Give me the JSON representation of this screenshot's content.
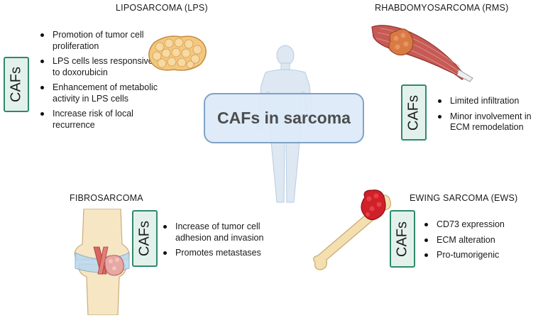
{
  "center": {
    "title": "CAFs in sarcoma"
  },
  "cafs_label": "CAFs",
  "sections": {
    "lps": {
      "title": "LIPOSARCOMA (LPS)",
      "bullets": [
        "Promotion of tumor cell proliferation",
        "LPS cells less responsive to doxorubicin",
        "Enhancement of metabolic activity in LPS cells",
        "Increase risk of local recurrence"
      ]
    },
    "rms": {
      "title": "RHABDOMYOSARCOMA (RMS)",
      "bullets": [
        "Limited infiltration",
        "Minor involvement in ECM remodelation"
      ]
    },
    "fibro": {
      "title": "FIBROSARCOMA",
      "bullets": [
        "Increase of tumor cell adhesion and invasion",
        "Promotes metastases"
      ]
    },
    "ews": {
      "title": "EWING SARCOMA (EWS)",
      "bullets": [
        "CD73 expression",
        "ECM alteration",
        "Pro-tumorigenic"
      ]
    }
  },
  "colors": {
    "cafs_fill": "#e3f1ec",
    "cafs_border": "#2f8a68",
    "center_fill": "#ddeaf7",
    "center_border": "#7fa2c7",
    "body_silhouette": "#dde8f3"
  },
  "icons": {
    "lps": "fat-tissue-icon",
    "rms": "muscle-with-tumor-icon",
    "fibro": "knee-joint-icon",
    "ews": "bone-with-tumor-icon",
    "center": "human-body-icon"
  }
}
